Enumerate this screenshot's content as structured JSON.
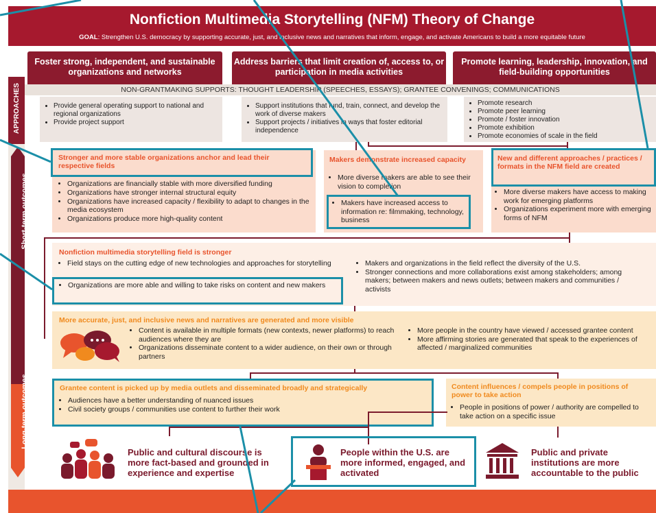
{
  "header": {
    "title": "Nonfiction Multimedia Storytelling (NFM) Theory of Change",
    "goal_label": "GOAL",
    "goal_text": ": Strengthen U.S. democracy by supporting accurate, just, and inclusive news and narratives that inform, engage, and activate Americans to build a more equitable future"
  },
  "pillars": [
    {
      "label": "Foster strong, independent, and sustainable organizations and networks"
    },
    {
      "label": "Address barriers that limit creation of, access to, or participation in media activities"
    },
    {
      "label": "Promote learning, leadership, innovation, and field-building opportunities"
    }
  ],
  "side_labels": {
    "approaches": "APPROACHES",
    "short_term": "Short-term outcomes",
    "long_term": "Long-term outcomes"
  },
  "nongrant": "NON-GRANTMAKING SUPPORTS: THOUGHT LEADERSHIP (SPEECHES, ESSAYS); GRANTEE CONVENINGS; COMMUNICATIONS",
  "approaches": [
    {
      "items": [
        "Provide general operating support to national and regional organizations",
        "Provide project support"
      ]
    },
    {
      "items": [
        "Support institutions that fund, train, connect, and develop the work of diverse makers",
        "Support projects / initiatives in ways that foster editorial independence"
      ]
    },
    {
      "items": [
        "Promote research",
        "Promote peer learning",
        "Promote / foster innovation",
        "Promote exhibition",
        "Promote economies of scale in the field"
      ]
    }
  ],
  "short_term": {
    "box1": {
      "title": "Stronger and more stable organizations anchor and lead their respective fields",
      "items": [
        "Organizations are financially stable with more diversified funding",
        "Organizations have stronger internal structural equity",
        "Organizations have increased capacity / flexibility to adapt to changes in the media ecosystem",
        "Organizations produce more high-quality content"
      ]
    },
    "box2": {
      "title": "Makers demonstrate increased capacity",
      "items": [
        "More diverse makers are able to see their vision to completion",
        "Makers have increased access to information re: filmmaking, technology, business"
      ]
    },
    "box3": {
      "title": "New and different approaches / practices / formats in the NFM field are created",
      "items": [
        "More diverse makers have access to making work for emerging platforms",
        "Organizations experiment more with emerging forms of NFM"
      ]
    }
  },
  "field_box": {
    "title": "Nonfiction multimedia storytelling field is stronger",
    "left_items": [
      "Field stays on the cutting edge of new technologies and approaches for storytelling",
      "Organizations are more able and willing to take risks on content and new makers"
    ],
    "right_items": [
      "Makers and organizations in the field reflect the diversity of the U.S.",
      "Stronger connections and more collaborations exist among stakeholders; among makers; between makers and news outlets; between makers and communities / activists"
    ]
  },
  "news_box": {
    "title": "More accurate, just, and inclusive news and narratives are generated and more visible",
    "left_items": [
      "Content is available in multiple formats (new contexts, newer platforms) to reach audiences where they are",
      "Organizations disseminate content to a wider audience, on their own or through partners"
    ],
    "right_items": [
      "More people in the country have viewed / accessed grantee content",
      "More affirming stories are generated that speak to the experiences of affected / marginalized communities"
    ]
  },
  "grantee_box": {
    "title": "Grantee content is picked up by media outlets and disseminated broadly and strategically",
    "items": [
      "Audiences have a better understanding of nuanced issues",
      "Civil society groups / communities use content to further their work"
    ]
  },
  "influence_box": {
    "title": "Content influences / compels people in positions of power to take action",
    "items": [
      "People in positions of power / authority are compelled to take action on a specific issue"
    ]
  },
  "outcomes": [
    {
      "text": "Public and cultural discourse is more fact-based and grounded in experience and expertise",
      "icon": "crowd-icon"
    },
    {
      "text": "People within the U.S. are more informed, engaged, and activated",
      "icon": "speaker-podium-icon"
    },
    {
      "text": "Public and private institutions are more accountable to the public",
      "icon": "institution-building-icon"
    }
  ],
  "colors": {
    "header": "#A6192E",
    "pillar": "#8C1B2E",
    "highlight": "#1B8FA8",
    "pink_box": "#FBDCCD",
    "yellow_box": "#FCE7C6",
    "footer": "#E8542D"
  }
}
